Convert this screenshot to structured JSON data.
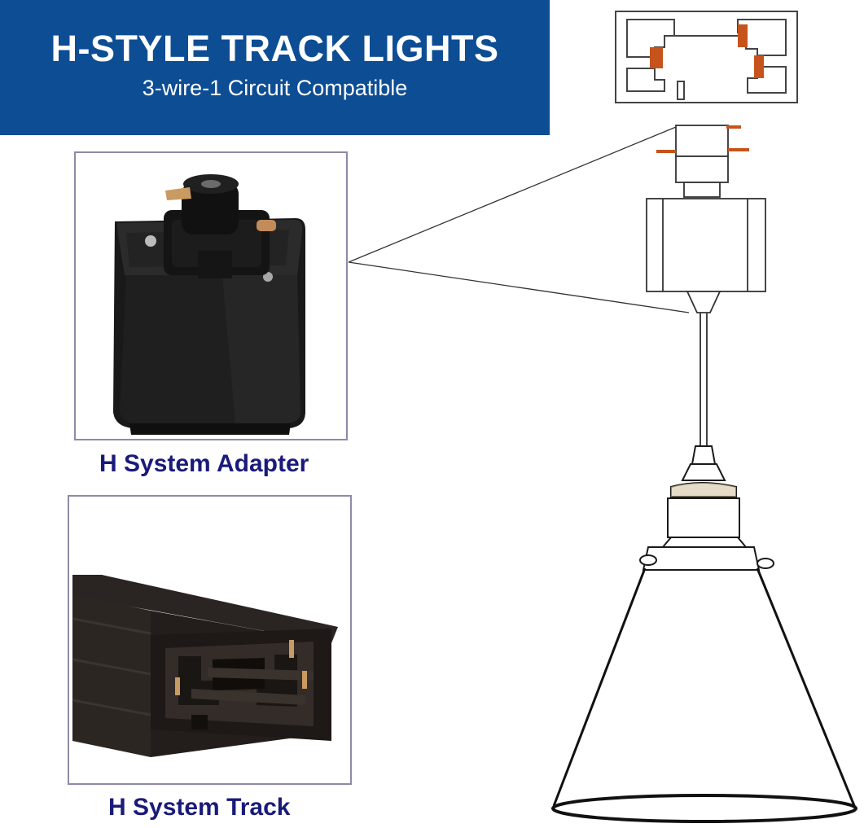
{
  "banner": {
    "title": "H-STYLE TRACK LIGHTS",
    "subtitle": "3-wire-1 Circuit Compatible"
  },
  "adapter": {
    "caption": "H System Adapter"
  },
  "track": {
    "caption": "H System Track"
  },
  "colors": {
    "brand": "#0d4d94",
    "caption": "#1a1a7a",
    "contact": "#c6531c",
    "product_body": "#1b1b1b",
    "brass": "#c99a62"
  },
  "icons": {
    "adapter_photo": "track-adapter-icon",
    "track_photo": "track-rail-icon",
    "pendant_diagram": "pendant-lamp-icon"
  }
}
